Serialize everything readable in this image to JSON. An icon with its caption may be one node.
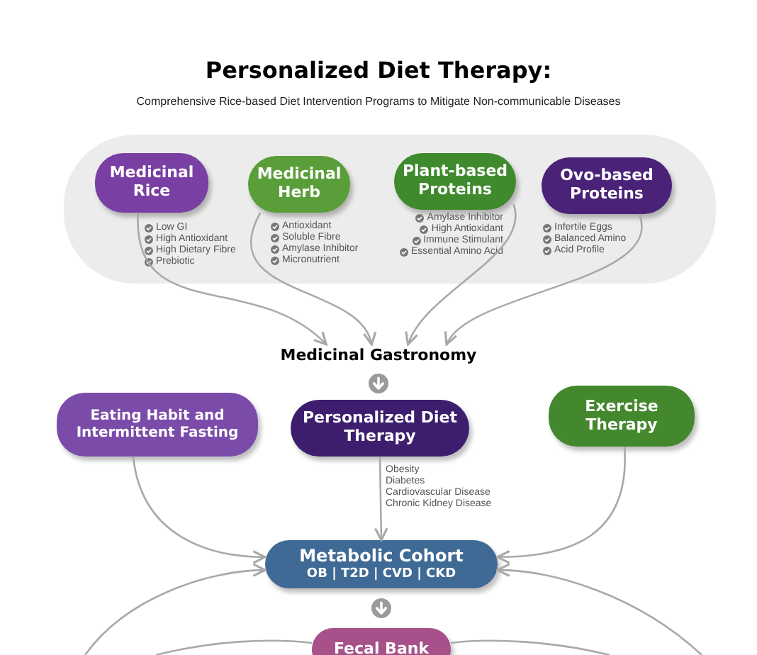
{
  "diagram": {
    "title": "Personalized Diet Therapy:",
    "nodes": [
      {
        "text": [],
        "shape": "band"
      },
      {
        "text": [
          "Medicinal Rice"
        ],
        "in": 0,
        "beside": [
          "Low GI",
          "High Antioxidant",
          "High Dietary Fibre",
          "Prebiotic"
        ]
      },
      {
        "text": [
          "Medicinal Herb"
        ],
        "in": 0,
        "beside": [
          "Antioxidant",
          "Soluble Fibre",
          "Amylase Inhibitor",
          "Micronutrient"
        ]
      },
      {
        "text": [
          "Plant-based Proteins"
        ],
        "in": 0,
        "beside": [
          "Amylase Inhibitor",
          "High Antioxidant",
          "Immune Stimulant",
          "Essential Amino Acid"
        ]
      },
      {
        "text": [
          "Ovo-based Proteins"
        ],
        "in": 0,
        "beside": [
          "Infertile Eggs",
          "Balanced Amino",
          "Acid Profile"
        ]
      },
      {
        "text": [
          "Medicinal Gastronomy"
        ]
      },
      {
        "text": [
          "Eating Habit and Intermittent Fasting"
        ]
      },
      {
        "text": [
          "Personalized Diet Therapy"
        ],
        "beside": [
          "Obesity",
          "Diabetes",
          "Cardiovascular Disease",
          "Chronic Kidney Disease"
        ]
      },
      {
        "text": [
          "Exercise Therapy"
        ]
      },
      {
        "text": [
          "Metabolic Cohort",
          "OB | T2D | CVD | CKD"
        ]
      },
      {
        "text": [
          "Fecal Bank"
        ]
      }
    ],
    "edges": [
      {
        "from": 1,
        "to": 5,
        "arrow": "to"
      },
      {
        "from": 2,
        "to": 5,
        "arrow": "to"
      },
      {
        "from": 3,
        "to": 5,
        "arrow": "to"
      },
      {
        "from": 4,
        "to": 5,
        "arrow": "to"
      },
      {
        "from": 5,
        "to": 7,
        "arrow": "to"
      },
      {
        "from": 6,
        "to": 9,
        "arrow": "to"
      },
      {
        "from": 7,
        "to": 9,
        "arrow": "to"
      },
      {
        "from": 8,
        "to": 9,
        "arrow": "to"
      },
      {
        "from": null,
        "to": 9,
        "arrow": "to"
      },
      {
        "from": null,
        "to": 9,
        "arrow": "to"
      },
      {
        "from": 9,
        "to": 10,
        "arrow": "to"
      },
      {
        "from": null,
        "to": 10,
        "arrow": "none"
      },
      {
        "from": 10,
        "to": null,
        "arrow": "none"
      }
    ],
    "labels": [
      "Comprehensive Rice-based Diet Intervention Programs to Mitigate Non-communicable Diseases"
    ]
  }
}
